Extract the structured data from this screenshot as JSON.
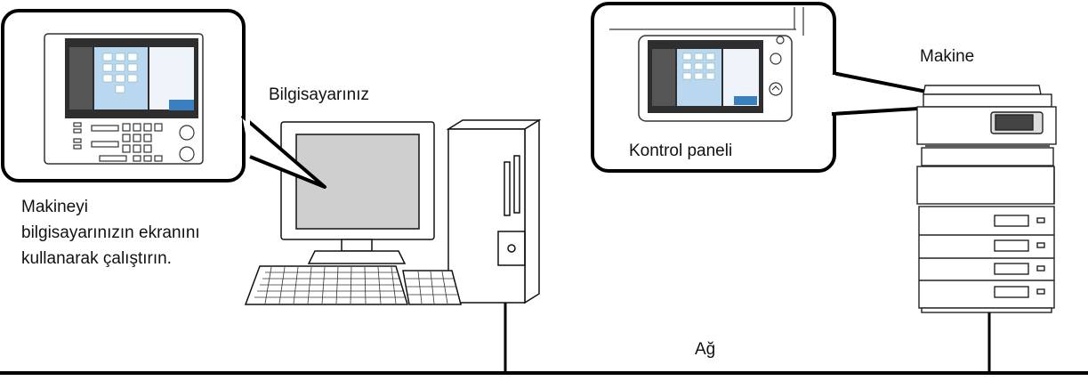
{
  "labels": {
    "computer": "Bilgisayarınız",
    "machine": "Makine",
    "control_panel": "Kontrol paneli",
    "network": "Ağ",
    "note_lines": [
      "Makineyi",
      "bilgisayarınızın ekranını",
      "kullanarak çalıştırın."
    ]
  },
  "icons": {
    "computer": "desktop-computer-icon",
    "machine": "multifunction-printer-icon",
    "screen": "touch-screen-icon"
  },
  "colors": {
    "line": "#000000",
    "screen_fill": "#cfcfcf",
    "ui_blue": "#b9d8ef",
    "ui_dark": "#2e2e2e",
    "background": "#ffffff"
  }
}
